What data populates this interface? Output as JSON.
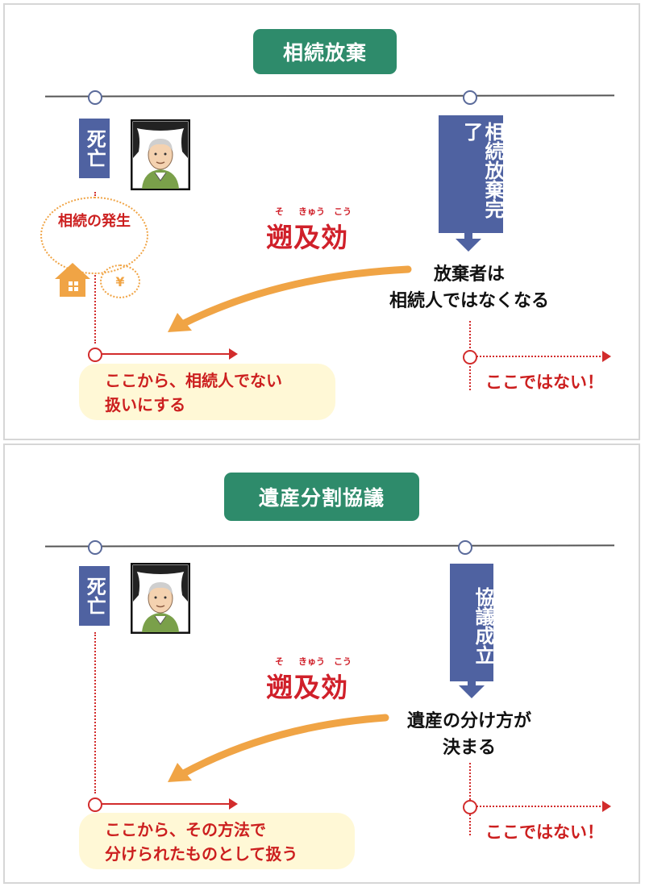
{
  "top": {
    "title": "相続放棄",
    "death_label": "死亡",
    "event_label": "相続放棄完了",
    "ellipse_text": "相続の発生",
    "yen_symbol": "¥",
    "sokyu": "遡及効",
    "ruby": [
      "そ",
      "きゅう",
      "こう"
    ],
    "result_text": [
      "放棄者は",
      "相続人ではなくなる"
    ],
    "yellow_text": [
      "ここから、相続人でない",
      "扱いにする"
    ],
    "not_here": "ここではない！"
  },
  "bottom": {
    "title": "遺産分割協議",
    "death_label": "死亡",
    "event_label": "協議成立",
    "sokyu": "遡及効",
    "ruby": [
      "そ",
      "きゅう",
      "こう"
    ],
    "result_text": [
      "遺産の分け方が",
      "決まる"
    ],
    "yellow_text": [
      "ここから、その方法で",
      "分けられたものとして扱う"
    ],
    "not_here": "ここではない！"
  },
  "colors": {
    "title_green": "#2e8b6b",
    "label_blue": "#4f62a1",
    "accent_red": "#d22c2c",
    "arrow_orange": "#f0a445",
    "note_yellow": "#fff8d6"
  },
  "icons": [
    "portrait-icon",
    "house-icon",
    "yen-icon"
  ]
}
